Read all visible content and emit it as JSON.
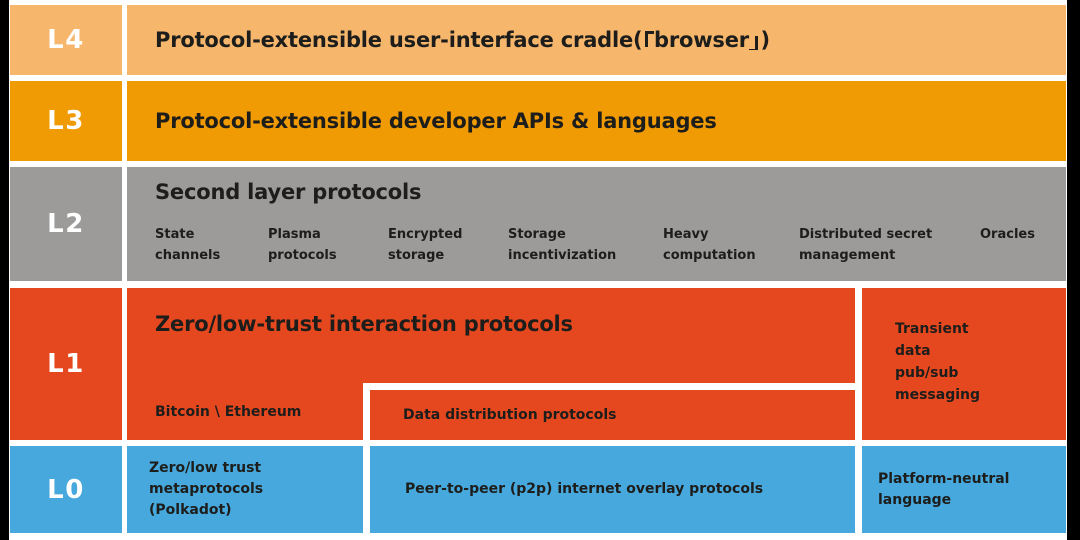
{
  "frame": {
    "background": "#000000",
    "slide_background": "#ffffff",
    "text_color": "#1d1d1b",
    "label_text_color": "#ffffff"
  },
  "layers": [
    {
      "label": "L4",
      "color": "#f6b76c",
      "title_prefix": "Protocol-extensible user-interface cradle(",
      "bracket_open": "「",
      "bracket_word": "browser",
      "bracket_close": "」",
      "title_suffix": ")"
    },
    {
      "label": "L3",
      "color": "#f09b04",
      "title": "Protocol-extensible developer APIs & languages"
    },
    {
      "label": "L2",
      "color": "#9d9a9a",
      "title": "Second layer protocols",
      "items": [
        "State channels",
        "Plasma protocols",
        "Encrypted storage",
        "Storage incentivization",
        "Heavy computation",
        "Distributed secret management",
        "Oracles"
      ]
    },
    {
      "label": "L1",
      "color": "#e5481f",
      "title": "Zero/low-trust interaction protocols",
      "bottom_left": "Bitcoin \\ Ethereum",
      "inset_box": "Data distribution protocols",
      "side_box": "Transient data pub/sub messaging"
    },
    {
      "label": "L0",
      "color": "#46a8dc",
      "cells": [
        "Zero/low trust metaprotocols (Polkadot)",
        "Peer-to-peer (p2p) internet overlay protocols",
        "Platform-neutral language"
      ]
    }
  ]
}
